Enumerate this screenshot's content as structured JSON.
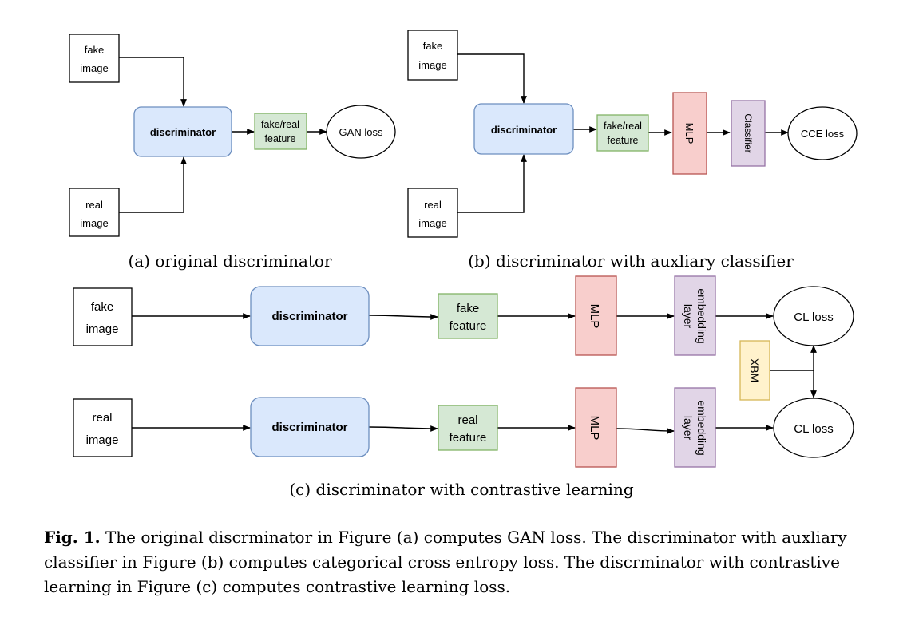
{
  "panel_a": {
    "fake_image": [
      "fake",
      "image"
    ],
    "real_image": [
      "real",
      "image"
    ],
    "discriminator": "discriminator",
    "feature": [
      "fake/real",
      "feature"
    ],
    "loss": "GAN loss",
    "caption": "(a) original discriminator"
  },
  "panel_b": {
    "fake_image": [
      "fake",
      "image"
    ],
    "real_image": [
      "real",
      "image"
    ],
    "discriminator": "discriminator",
    "feature": [
      "fake/real",
      "feature"
    ],
    "mlp": "MLP",
    "classifier": "Classifier",
    "loss": "CCE loss",
    "caption": "(b) discriminator with auxliary classifier"
  },
  "panel_c": {
    "top": {
      "image": [
        "fake",
        "image"
      ],
      "discriminator": "discriminator",
      "feature": [
        "fake",
        "feature"
      ],
      "mlp": "MLP",
      "embedding": [
        "embedding",
        "layer"
      ],
      "loss": "CL loss"
    },
    "bottom": {
      "image": [
        "real",
        "image"
      ],
      "discriminator": "discriminator",
      "feature": [
        "real",
        "feature"
      ],
      "mlp": "MLP",
      "embedding": [
        "embedding",
        "layer"
      ],
      "loss": "CL loss"
    },
    "xbm": "XBM",
    "caption": "(c) discriminator with contrastive learning"
  },
  "figure_caption": {
    "label": "Fig. 1.",
    "text": "The original discrminator in Figure (a) computes GAN loss. The discriminator with auxliary classifier in Figure (b) computes categorical cross entropy loss. The discrminator with contrastive learning in Figure (c) computes contrastive learning loss."
  },
  "colors": {
    "discriminator_fill": "#dae8fc",
    "feature_fill": "#d5e8d4",
    "mlp_fill": "#f8cecc",
    "embedding_fill": "#e1d5e7",
    "xbm_fill": "#fff2cc"
  }
}
